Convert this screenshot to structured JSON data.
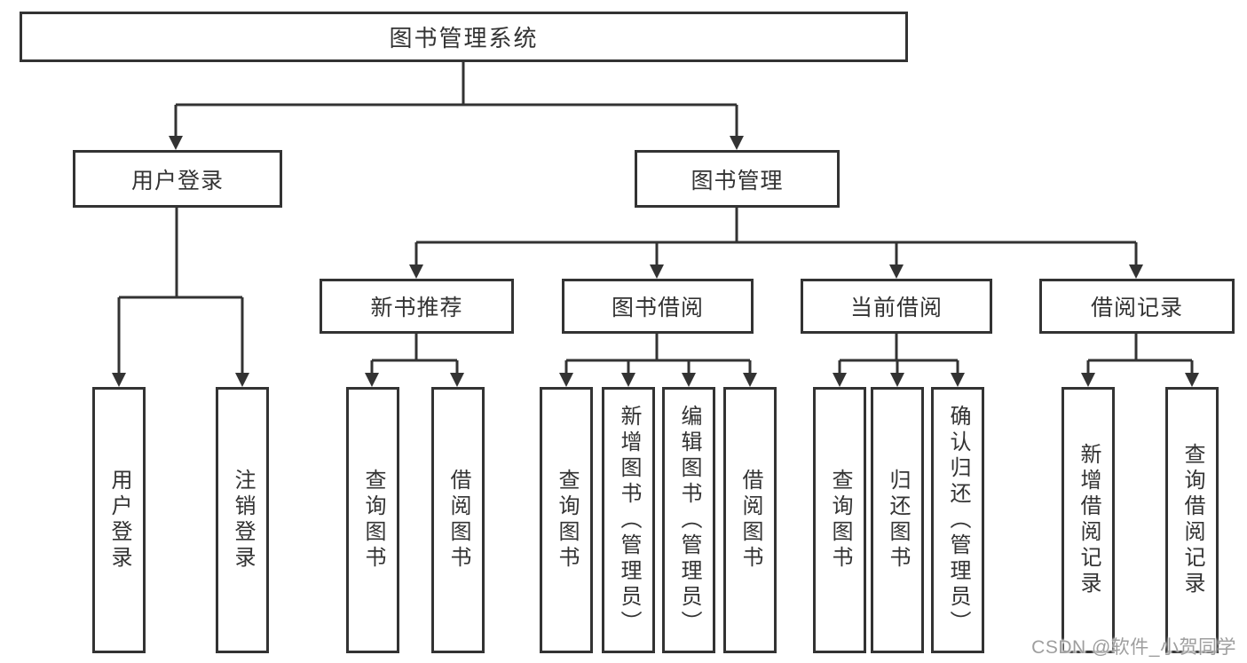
{
  "tree": {
    "root": "图书管理系统",
    "children": [
      {
        "label": "用户登录",
        "children": [
          "用户登录",
          "注销登录"
        ]
      },
      {
        "label": "图书管理",
        "children": [
          {
            "label": "新书推荐",
            "children": [
              "查询图书",
              "借阅图书"
            ]
          },
          {
            "label": "图书借阅",
            "children": [
              "查询图书",
              "新增图书（管理员）",
              "编辑图书（管理员）",
              "借阅图书"
            ]
          },
          {
            "label": "当前借阅",
            "children": [
              "查询图书",
              "归还图书",
              "确认归还（管理员）"
            ]
          },
          {
            "label": "借阅记录",
            "children": [
              "新增借阅记录",
              "查询借阅记录"
            ]
          }
        ]
      }
    ]
  },
  "watermark": {
    "text": "CSDN @软件_小贺同学"
  },
  "colors": {
    "line": "#333333",
    "box_border": "#333333",
    "text": "#333333",
    "background": "#ffffff",
    "watermark": "#9e9e9e"
  }
}
